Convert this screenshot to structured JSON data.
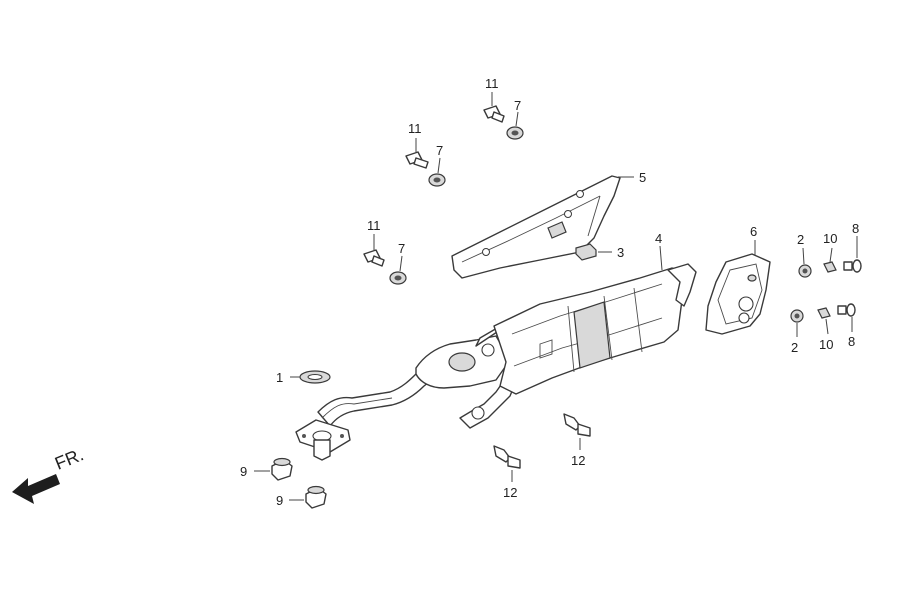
{
  "diagram": {
    "front_label": "FR.",
    "callouts": {
      "c1": "1",
      "c2a": "2",
      "c2b": "2",
      "c3": "3",
      "c4": "4",
      "c5": "5",
      "c6": "6",
      "c7a": "7",
      "c7b": "7",
      "c7c": "7",
      "c8a": "8",
      "c8b": "8",
      "c9a": "9",
      "c9b": "9",
      "c10a": "10",
      "c10b": "10",
      "c11a": "11",
      "c11b": "11",
      "c11c": "11",
      "c12a": "12",
      "c12b": "12"
    }
  }
}
